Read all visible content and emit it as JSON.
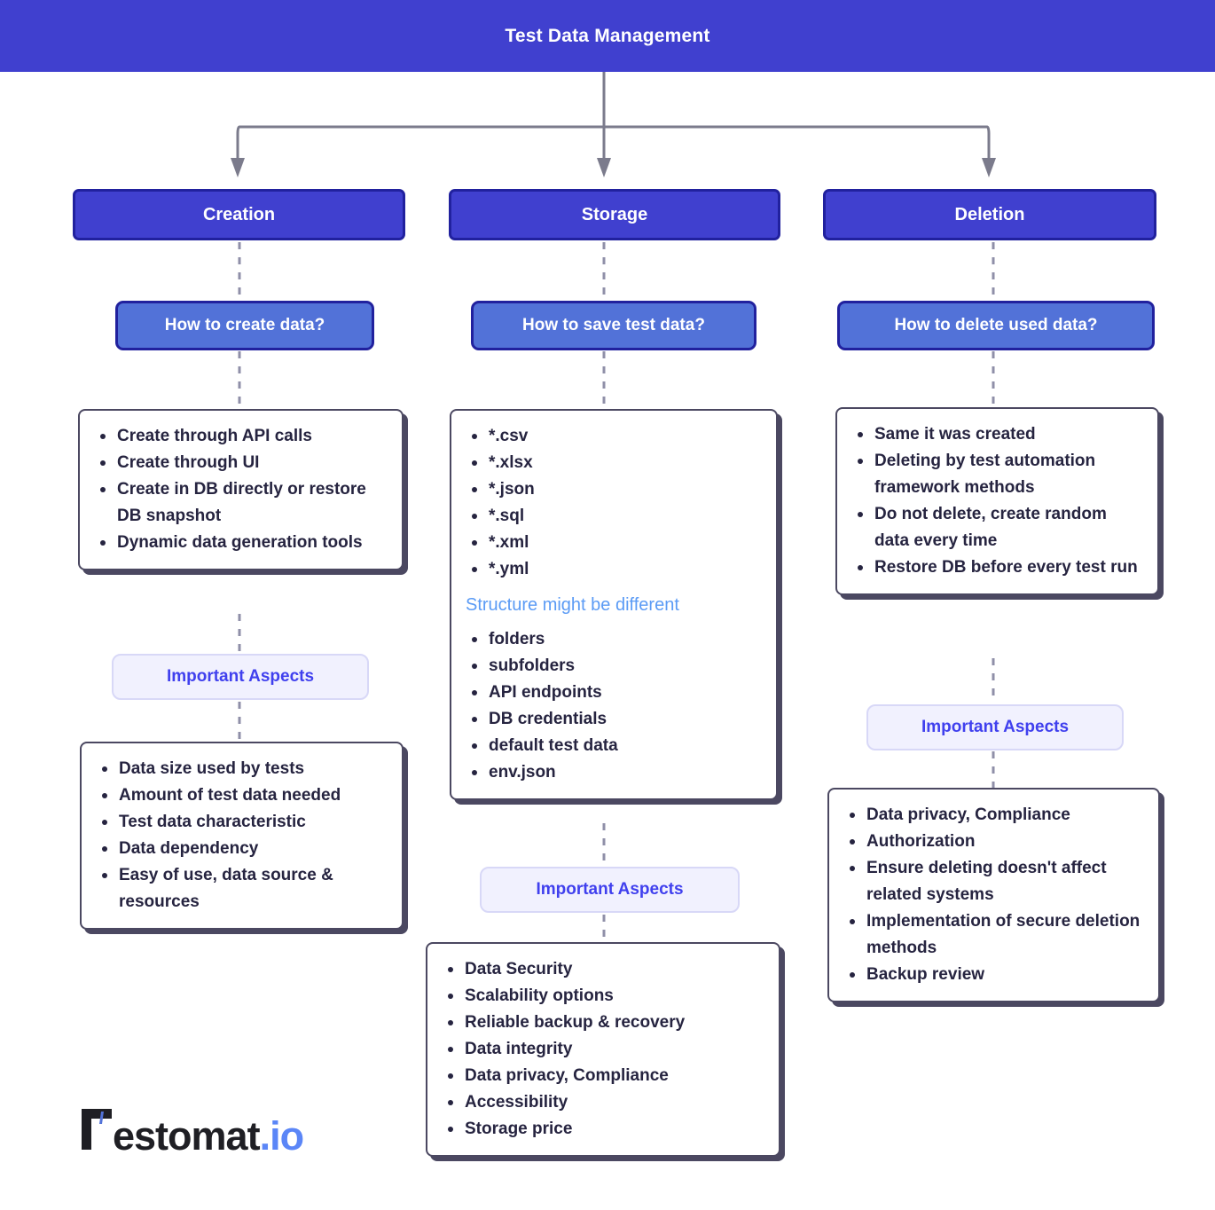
{
  "header": {
    "title": "Test Data Management"
  },
  "colors": {
    "header_bg": "#4040cf",
    "pillar_bg": "#4040cf",
    "pillar_border": "#21219e",
    "question_bg": "#5272d8",
    "card_border": "#4b4861",
    "aspect_bg": "#f1f1fe",
    "aspect_text": "#4040ee",
    "note_text": "#5b9bf5",
    "body_text": "#262440",
    "connector": "#7b7b8c",
    "logo_accent": "#5b86f7"
  },
  "aspects_label": "Important Aspects",
  "columns": [
    {
      "id": "creation",
      "pillar": "Creation",
      "question": "How to create data?",
      "primary_items": [
        "Create through API calls",
        "Create through UI",
        "Create in DB directly or restore DB snapshot",
        "Dynamic data generation tools"
      ],
      "aspects_label": "Important Aspects",
      "aspect_items": [
        "Data size used by tests",
        "Amount of test data needed",
        "Test data characteristic",
        "Data dependency",
        "Easy of use, data source & resources"
      ]
    },
    {
      "id": "storage",
      "pillar": "Storage",
      "question": "How to save test data?",
      "primary_items": [
        "*.csv",
        "*.xlsx",
        "*.json",
        "*.sql",
        "*.xml",
        "*.yml"
      ],
      "note": "Structure might be different",
      "secondary_items": [
        "folders",
        "subfolders",
        "API endpoints",
        "DB credentials",
        "default test data",
        "env.json"
      ],
      "aspects_label": "Important Aspects",
      "aspect_items": [
        "Data Security",
        "Scalability options",
        "Reliable backup & recovery",
        "Data integrity",
        "Data privacy, Compliance",
        "Accessibility",
        "Storage price"
      ]
    },
    {
      "id": "deletion",
      "pillar": "Deletion",
      "question": "How to delete used data?",
      "primary_items": [
        "Same it was created",
        "Deleting by test automation framework methods",
        "Do not delete, create random data every time",
        "Restore DB before every test run"
      ],
      "aspects_label": "Important Aspects",
      "aspect_items": [
        "Data privacy, Compliance",
        "Authorization",
        "Ensure deleting doesn't affect related systems",
        "Implementation of secure deletion methods",
        "Backup review"
      ]
    }
  ],
  "logo": {
    "name": "estomat",
    "suffix": ".io"
  }
}
